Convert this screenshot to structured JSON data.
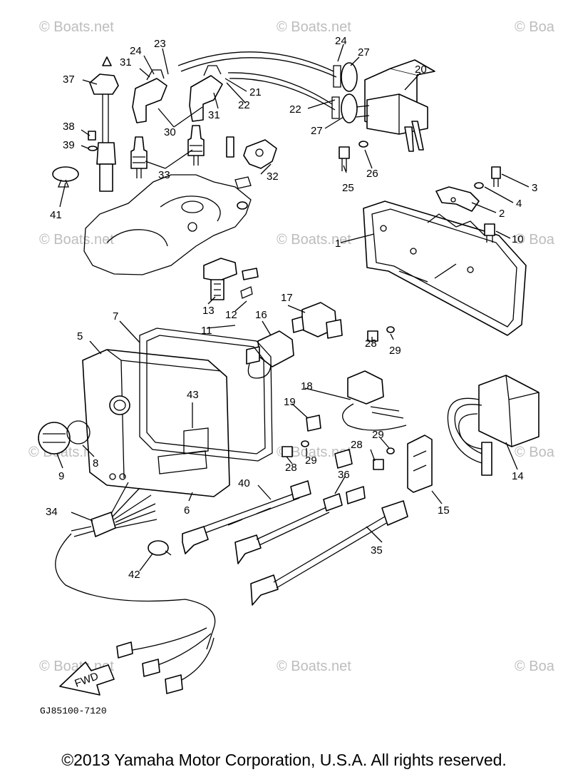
{
  "watermarks": [
    "© Boats.net",
    "© Boats.net",
    "© Boa",
    "© Boats.net",
    "© Boats.net",
    "© Boa",
    "© Boats.net",
    "© Boats.net",
    "© Boa",
    "© Boats.net",
    "© Boats.net",
    "© Boa"
  ],
  "callouts": [
    {
      "id": "1",
      "label": "1"
    },
    {
      "id": "2",
      "label": "2"
    },
    {
      "id": "3",
      "label": "3"
    },
    {
      "id": "4",
      "label": "4"
    },
    {
      "id": "5",
      "label": "5"
    },
    {
      "id": "6",
      "label": "6"
    },
    {
      "id": "7",
      "label": "7"
    },
    {
      "id": "8",
      "label": "8"
    },
    {
      "id": "9",
      "label": "9"
    },
    {
      "id": "10",
      "label": "10"
    },
    {
      "id": "11",
      "label": "11"
    },
    {
      "id": "12",
      "label": "12"
    },
    {
      "id": "13",
      "label": "13"
    },
    {
      "id": "14",
      "label": "14"
    },
    {
      "id": "15",
      "label": "15"
    },
    {
      "id": "16",
      "label": "16"
    },
    {
      "id": "17",
      "label": "17"
    },
    {
      "id": "18",
      "label": "18"
    },
    {
      "id": "19",
      "label": "19"
    },
    {
      "id": "20",
      "label": "20"
    },
    {
      "id": "21",
      "label": "21"
    },
    {
      "id": "22a",
      "label": "22"
    },
    {
      "id": "22b",
      "label": "22"
    },
    {
      "id": "23",
      "label": "23"
    },
    {
      "id": "24a",
      "label": "24"
    },
    {
      "id": "24b",
      "label": "24"
    },
    {
      "id": "25",
      "label": "25"
    },
    {
      "id": "26",
      "label": "26"
    },
    {
      "id": "27a",
      "label": "27"
    },
    {
      "id": "27b",
      "label": "27"
    },
    {
      "id": "28a",
      "label": "28"
    },
    {
      "id": "28b",
      "label": "28"
    },
    {
      "id": "28c",
      "label": "28"
    },
    {
      "id": "29a",
      "label": "29"
    },
    {
      "id": "29b",
      "label": "29"
    },
    {
      "id": "29c",
      "label": "29"
    },
    {
      "id": "30",
      "label": "30"
    },
    {
      "id": "31a",
      "label": "31"
    },
    {
      "id": "31b",
      "label": "31"
    },
    {
      "id": "32",
      "label": "32"
    },
    {
      "id": "33",
      "label": "33"
    },
    {
      "id": "34",
      "label": "34"
    },
    {
      "id": "35",
      "label": "35"
    },
    {
      "id": "36",
      "label": "36"
    },
    {
      "id": "37",
      "label": "37"
    },
    {
      "id": "38",
      "label": "38"
    },
    {
      "id": "39",
      "label": "39"
    },
    {
      "id": "40",
      "label": "40"
    },
    {
      "id": "41",
      "label": "41"
    },
    {
      "id": "42",
      "label": "42"
    },
    {
      "id": "43",
      "label": "43"
    }
  ],
  "fwd_label": "FWD",
  "drawing_code": "GJ85100-7120",
  "copyright": "©2013 Yamaha Motor Corporation, U.S.A. All rights reserved."
}
